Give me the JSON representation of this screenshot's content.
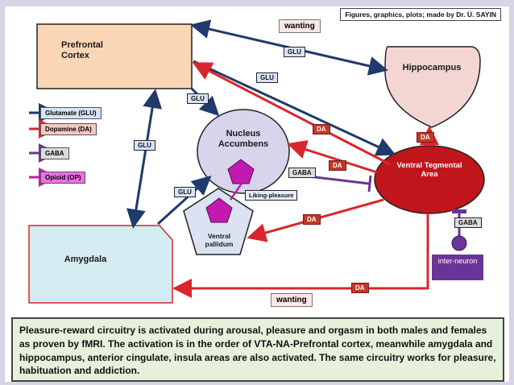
{
  "credit": "Figures, graphics, plots; made by Dr. Ü. SAYIN",
  "nodes": {
    "prefrontal": "Prefrontal Cortex",
    "hippocampus": "Hippocampus",
    "accumbens": "Nucleus Accumbens",
    "vta": "Ventral Tegmental Area",
    "amygdala": "Amygdala",
    "pallidum": "Ventral pallidum",
    "interneuron": "inter-neuron"
  },
  "labels": {
    "glu": "GLU",
    "da": "DA",
    "gaba": "GABA",
    "wanting": "wanting",
    "liking": "Liking-pleasure"
  },
  "legend": [
    {
      "label": "Glutamate (GLU)",
      "color": "#1f3a6b",
      "bg": "#d6e4f5"
    },
    {
      "label": "Dopamine (DA)",
      "color": "#d9262c",
      "bg": "#f3c9c2"
    },
    {
      "label": "GABA",
      "color": "#6a3596",
      "bg": "#dcdcdc"
    },
    {
      "label": "Opioid (OP)",
      "color": "#c21ab0",
      "bg": "#ee6fe6"
    }
  ],
  "colors": {
    "glu": "#1f3a6b",
    "da": "#d9262c",
    "gaba": "#6a3596",
    "opioid": "#c21ab0",
    "prefrontal_fill": "#fbd6b6",
    "hippocampus_fill": "#f3d5d2",
    "accumbens_fill": "#d8d4ec",
    "vta_fill": "#c0161b",
    "amygdala_fill": "#d3edf3",
    "pallidum_fill": "#dbe2f2",
    "interneuron_fill": "#6a3596"
  },
  "caption": "Pleasure-reward circuitry is activated during arousal, pleasure and orgasm in both males and females as proven by fMRI. The activation is in the order of VTA-NA-Prefrontal cortex, meanwhile amygdala and hippocampus, anterior cingulate, insula areas are also activated. The same circuitry works for pleasure, habituation and addiction."
}
